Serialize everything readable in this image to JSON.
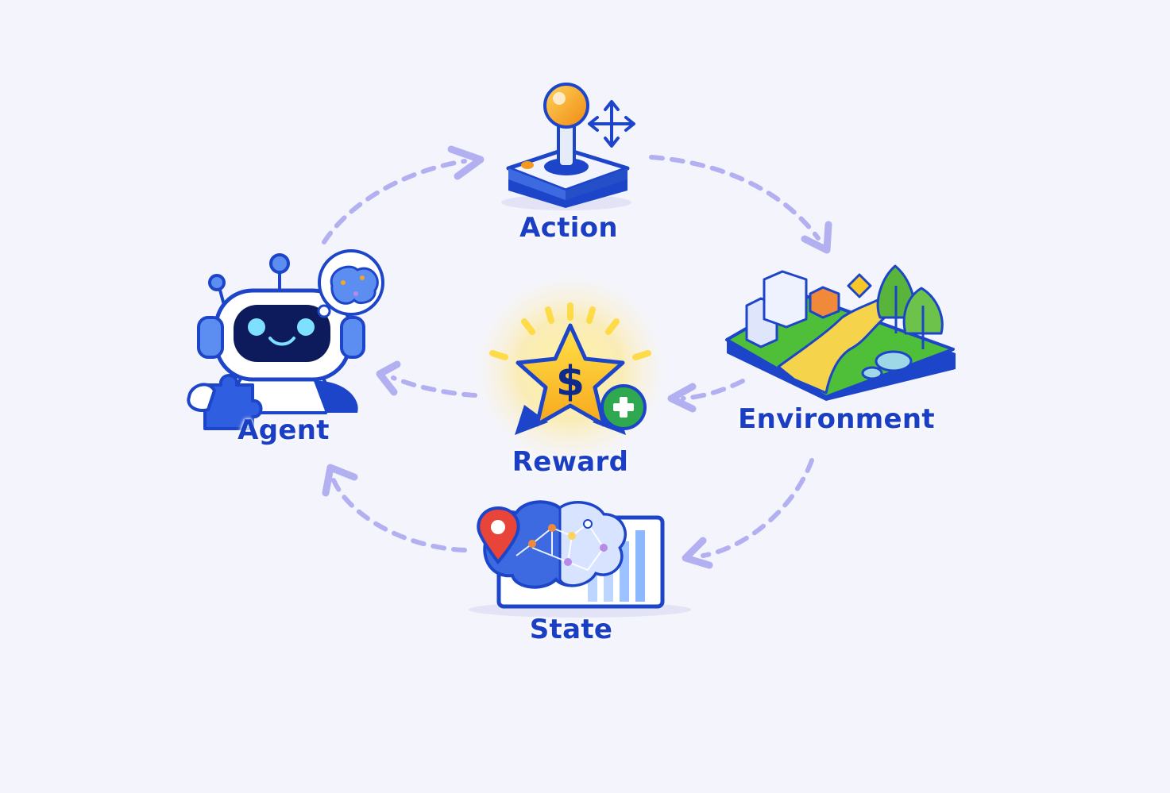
{
  "nodes": {
    "action": {
      "label": "Action",
      "icon": "joystick-icon"
    },
    "environment": {
      "label": "Environment",
      "icon": "landscape-icon"
    },
    "state": {
      "label": "State",
      "icon": "state-map-chart-icon"
    },
    "agent": {
      "label": "Agent",
      "icon": "robot-icon"
    },
    "reward": {
      "label": "Reward",
      "icon": "star-reward-icon"
    }
  },
  "colors": {
    "label": "#1a3fc4",
    "arrow": "#b3b0f2",
    "background": "#f4f4fc"
  }
}
